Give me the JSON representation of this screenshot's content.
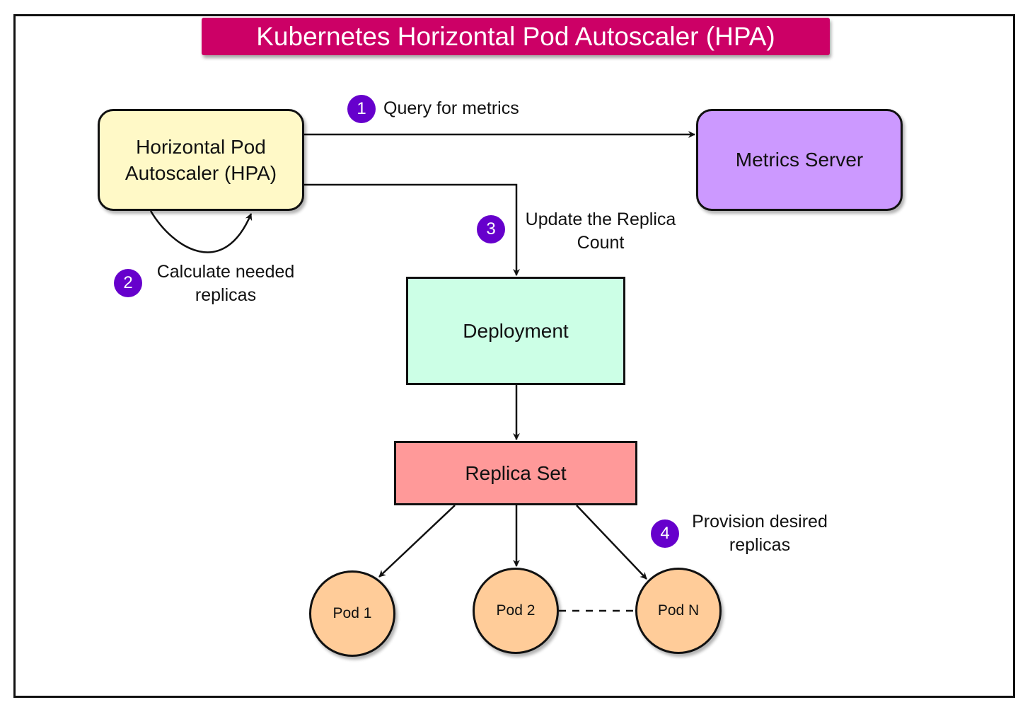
{
  "title": "Kubernetes Horizontal Pod Autoscaler (HPA)",
  "nodes": {
    "hpa": "Horizontal Pod Autoscaler (HPA)",
    "metrics_server": "Metrics Server",
    "deployment": "Deployment",
    "replica_set": "Replica Set",
    "pod1": "Pod 1",
    "pod2": "Pod 2",
    "podn": "Pod N"
  },
  "steps": [
    {
      "number": "1",
      "label": "Query for metrics"
    },
    {
      "number": "2",
      "label": "Calculate needed replicas"
    },
    {
      "number": "3",
      "label": "Update the Replica Count"
    },
    {
      "number": "4",
      "label": "Provision desired replicas"
    }
  ],
  "colors": {
    "title_bg": "#cc0066",
    "hpa": "#fff9c7",
    "metrics_server": "#cc99ff",
    "deployment": "#ccffe6",
    "replica_set": "#ff9999",
    "pod": "#ffcc99",
    "step_badge": "#6600cc"
  }
}
